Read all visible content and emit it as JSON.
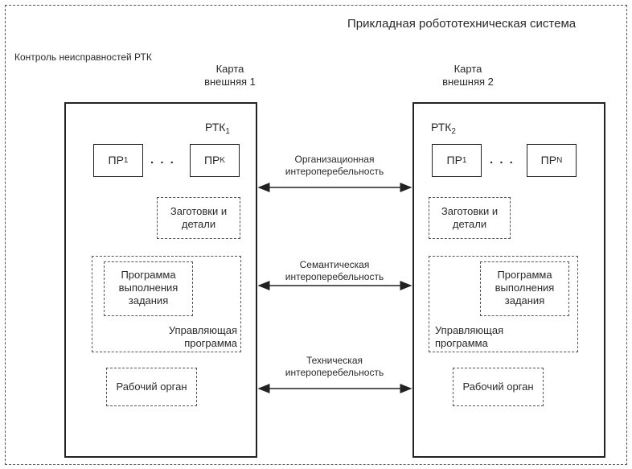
{
  "system_title": "Прикладная робототехническая система",
  "fault_control": "Контроль неисправностей РТК",
  "left": {
    "card_line1": "Карта",
    "card_line2": "внешняя 1",
    "rtk": "РТК",
    "rtk_sub": "1",
    "pr_first": "ПР",
    "pr_first_sub": "1",
    "ellipsis": ". . .",
    "pr_last": "ПР",
    "pr_last_sub": "K",
    "blanks_line1": "Заготовки и",
    "blanks_line2": "детали",
    "task_line1": "Программа",
    "task_line2": "выполнения",
    "task_line3": "задания",
    "control_line1": "Управляющая",
    "control_line2": "программа",
    "worker": "Рабочий орган"
  },
  "right": {
    "card_line1": "Карта",
    "card_line2": "внешняя 2",
    "rtk": "РТК",
    "rtk_sub": "2",
    "pr_first": "ПР",
    "pr_first_sub": "1",
    "ellipsis": ". . .",
    "pr_last": "ПР",
    "pr_last_sub": "N",
    "blanks_line1": "Заготовки и",
    "blanks_line2": "детали",
    "task_line1": "Программа",
    "task_line2": "выполнения",
    "task_line3": "задания",
    "control_line1": "Управляющая",
    "control_line2": "программа",
    "worker": "Рабочий орган"
  },
  "links": [
    {
      "line1": "Организационная",
      "line2": "интероперебельность"
    },
    {
      "line1": "Семантическая",
      "line2": "интероперебельность"
    },
    {
      "line1": "Техническая",
      "line2": "интероперебельность"
    }
  ]
}
